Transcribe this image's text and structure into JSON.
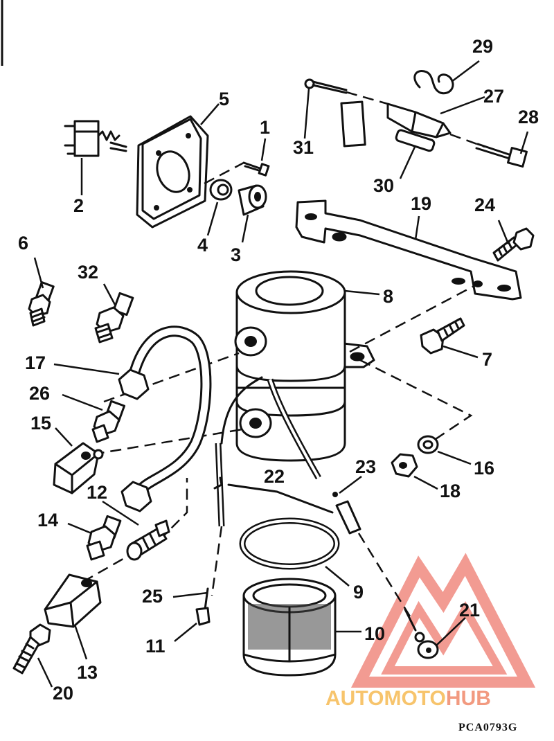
{
  "figure_code": "PCA0793G",
  "watermark": {
    "text_a": "AUTOMOTO",
    "text_b": "HUB",
    "color_a": "#f7c46c",
    "color_b": "#f29a80",
    "logo_color": "#f08a80"
  },
  "labels": {
    "p1": "1",
    "p2": "2",
    "p3": "3",
    "p4": "4",
    "p5": "5",
    "p6": "6",
    "p7": "7",
    "p8": "8",
    "p9": "9",
    "p10": "10",
    "p11": "11",
    "p12": "12",
    "p13": "13",
    "p14": "14",
    "p15": "15",
    "p16": "16",
    "p17": "17",
    "p18": "18",
    "p19": "19",
    "p20": "20",
    "p21": "21",
    "p22": "22",
    "p23": "23",
    "p24": "24",
    "p25": "25",
    "p26": "26",
    "p27": "27",
    "p28": "28",
    "p29": "29",
    "p30": "30",
    "p31": "31",
    "p32": "32"
  }
}
